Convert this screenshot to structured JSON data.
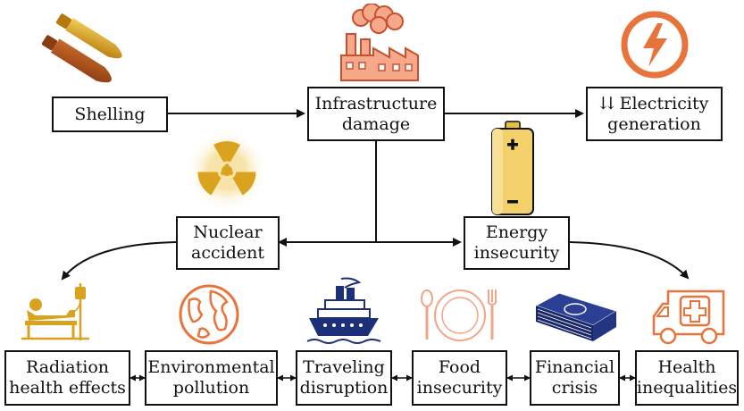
{
  "nodes": {
    "shelling": "Shelling",
    "infrastructure_damage": "Infrastructure\ndamage",
    "electricity_generation": "⇊ Electricity\ngeneration",
    "nuclear_accident": "Nuclear\naccident",
    "energy_insecurity": "Energy\ninsecurity",
    "radiation_health_effects": "Radiation\nhealth effects",
    "environmental_pollution": "Environmental\npollution",
    "traveling_disruption": "Traveling\ndisruption",
    "food_insecurity": "Food\ninsecurity",
    "financial_crisis": "Financial\ncrisis",
    "health_inequalities": "Health\ninequalities"
  },
  "icons": {
    "shelling": "artillery-shells-icon",
    "infrastructure": "factory-icon",
    "electricity": "lightning-bolt-icon",
    "nuclear": "radiation-icon",
    "energy": "battery-icon",
    "radiation_health": "hospital-bed-patient-icon",
    "environment": "globe-icon",
    "travel": "ship-icon",
    "food": "plate-fork-spoon-icon",
    "financial": "money-stack-icon",
    "health": "ambulance-icon"
  },
  "colors": {
    "gold": "#d9a320",
    "orange": "#e8743b",
    "navy": "#1e2f7a",
    "line": "#111111"
  }
}
